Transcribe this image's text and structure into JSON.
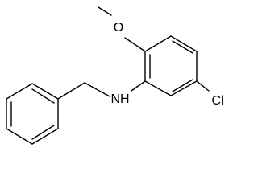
{
  "structure": {
    "atoms": {
      "oxygen": "O",
      "amine": "NH",
      "chlorine": "Cl"
    },
    "bond_color": "#000000",
    "background": "#ffffff"
  }
}
